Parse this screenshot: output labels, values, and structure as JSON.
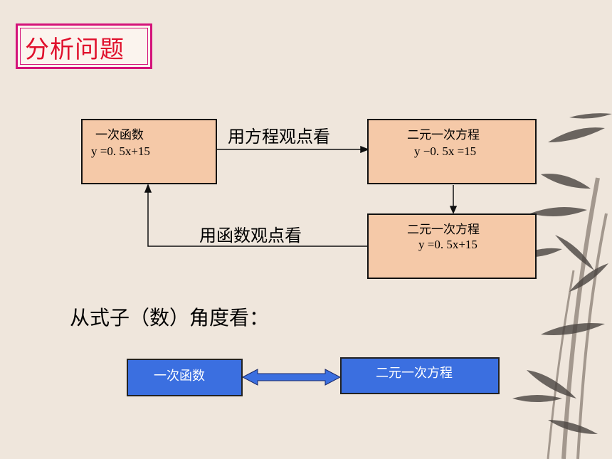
{
  "title": "分析问题",
  "top_left_box": {
    "line1": "一次函数",
    "line2": "y =0. 5x+15"
  },
  "top_right_box": {
    "line1": "二元一次方程",
    "line2": "y −0. 5x =15"
  },
  "bottom_right_box": {
    "line1": "二元一次方程",
    "line2": "y =0. 5x+15"
  },
  "arrow_label_top": "用方程观点看",
  "arrow_label_bottom": "用函数观点看",
  "section_heading": "从式子（数）角度看：",
  "blue_left": "一次函数",
  "blue_right": "二元一次方程",
  "colors": {
    "title_red": "#e0102c",
    "title_border": "#d4137a",
    "box_fill": "#f5c9a8",
    "blue_fill": "#3b6fe0",
    "background": "#efe6dc"
  }
}
